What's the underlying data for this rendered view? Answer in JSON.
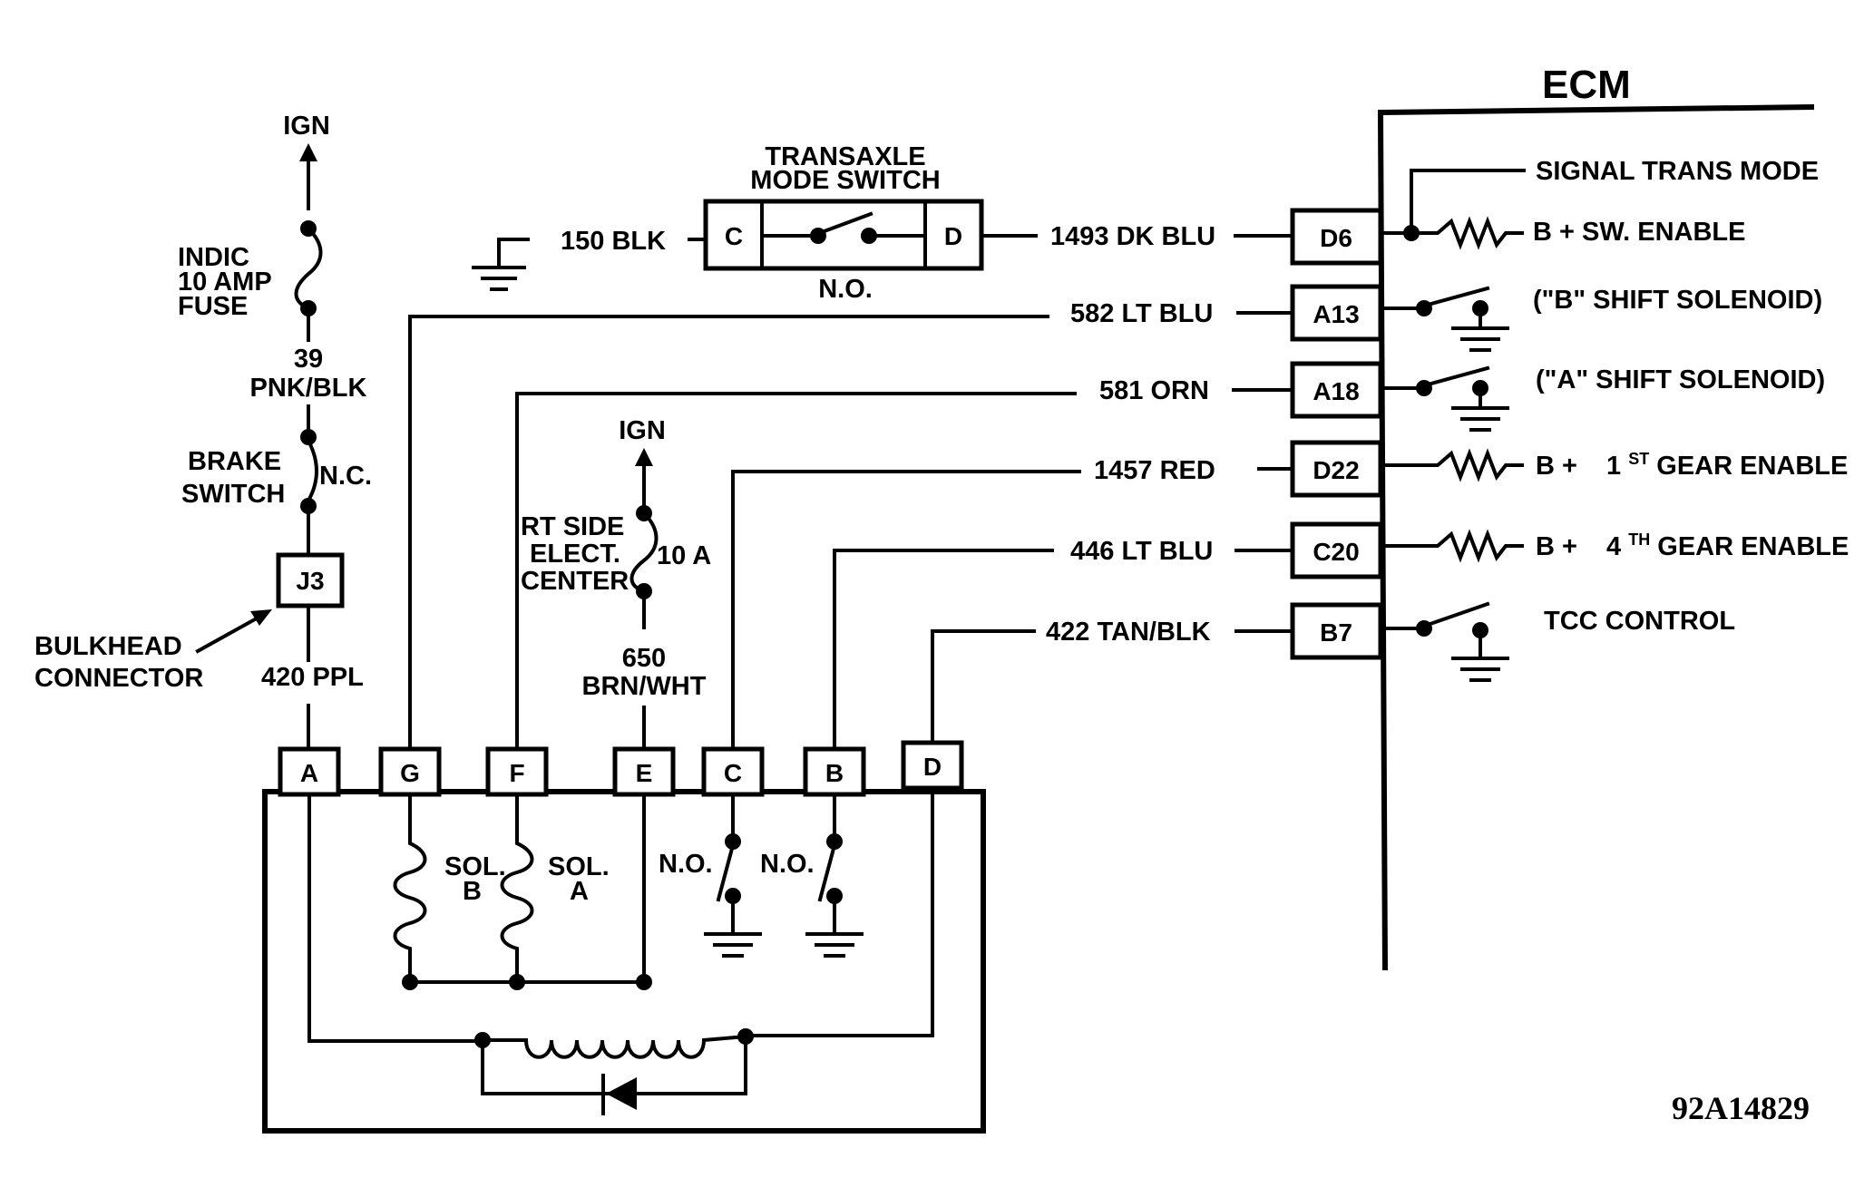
{
  "ecm": {
    "title": "ECM",
    "pins": [
      "D6",
      "A13",
      "A18",
      "D22",
      "C20",
      "B7"
    ],
    "functions": {
      "signal_trans_mode": "SIGNAL TRANS MODE",
      "sw_enable": "B + SW. ENABLE",
      "b_shift": "(\"B\" SHIFT SOLENOID)",
      "a_shift": "(\"A\" SHIFT SOLENOID)",
      "gear1_prefix": "B +",
      "gear1_num": "1",
      "gear1_sup": "ST",
      "gear1_suffix": "GEAR ENABLE",
      "gear4_prefix": "B +",
      "gear4_num": "4",
      "gear4_sup": "TH",
      "gear4_suffix": "GEAR ENABLE",
      "tcc": "TCC CONTROL"
    }
  },
  "wires": {
    "w1493": "1493 DK BLU",
    "w582": "582 LT BLU",
    "w581": "581 ORN",
    "w1457": "1457 RED",
    "w446": "446 LT BLU",
    "w422": "422 TAN/BLK",
    "w150": "150 BLK",
    "w39_num": "39",
    "w39_color": "PNK/BLK",
    "w420": "420 PPL",
    "w650_num": "650",
    "w650_color": "BRN/WHT"
  },
  "mode_switch": {
    "title_line1": "TRANSAXLE",
    "title_line2": "MODE SWITCH",
    "left_pin": "C",
    "right_pin": "D",
    "state": "N.O."
  },
  "left_circuit": {
    "ign": "IGN",
    "fuse_line1": "INDIC",
    "fuse_line2": "10 AMP",
    "fuse_line3": "FUSE",
    "brake_line1": "BRAKE",
    "brake_line2": "SWITCH",
    "brake_state": "N.C.",
    "connector_pin": "J3",
    "bulkhead_line1": "BULKHEAD",
    "bulkhead_line2": "CONNECTOR"
  },
  "center_circuit": {
    "ign": "IGN",
    "rt_line1": "RT SIDE",
    "rt_line2": "ELECT.",
    "rt_line3": "CENTER",
    "fuse_rating": "10 A"
  },
  "transaxle": {
    "pins": [
      "A",
      "G",
      "F",
      "E",
      "C",
      "B",
      "D"
    ],
    "sol_b_line1": "SOL.",
    "sol_b_line2": "B",
    "sol_a_line1": "SOL.",
    "sol_a_line2": "A",
    "sw1_state": "N.O.",
    "sw2_state": "N.O."
  },
  "reference": "92A14829"
}
